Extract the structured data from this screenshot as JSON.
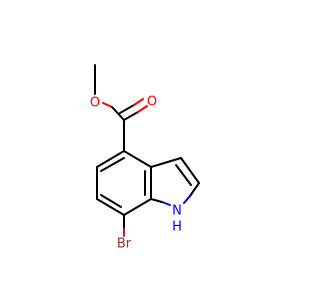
{
  "molecule": {
    "atoms": {
      "ether_oxygen": {
        "symbol": "O",
        "color": "#ff0000"
      },
      "carbonyl_oxygen": {
        "symbol": "O",
        "color": "#ff0000"
      },
      "indole_nitrogen": {
        "symbol": "N",
        "color": "#0000ff"
      },
      "indole_hydrogen": {
        "symbol": "H",
        "color": "#0000ff"
      },
      "bromine": {
        "symbol": "Br",
        "color": "#a52a2a"
      }
    }
  }
}
